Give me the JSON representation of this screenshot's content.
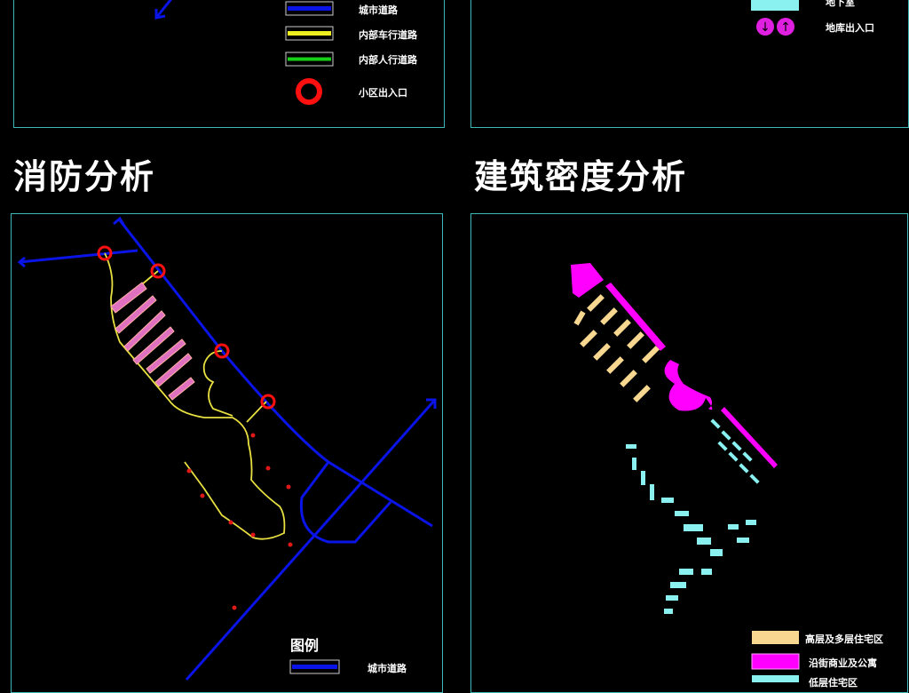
{
  "top_left_legend": {
    "items": [
      {
        "label": "城市道路",
        "color": "#0a14e6"
      },
      {
        "label": "内部车行道路",
        "color": "#f0f020"
      },
      {
        "label": "内部人行道路",
        "color": "#18d018"
      },
      {
        "label": "小区出入口",
        "color": "#ff1010"
      }
    ]
  },
  "top_right_legend": {
    "items": [
      {
        "label": "地下室",
        "color": "#8af0f0"
      },
      {
        "label": "地库出入口",
        "color": "#e020e0"
      }
    ]
  },
  "fire_panel": {
    "title": "消防分析",
    "legend_title": "图例",
    "legend_items": [
      {
        "label": "城市道路",
        "color": "#0a14e6"
      }
    ]
  },
  "density_panel": {
    "title": "建筑密度分析",
    "legend_items": [
      {
        "label": "高层及多层住宅区",
        "color": "#f8d890"
      },
      {
        "label": "沿街商业及公寓",
        "color": "#ff00ff"
      },
      {
        "label": "低层住宅区",
        "color": "#8af0f0"
      }
    ]
  },
  "colors": {
    "background": "#000000",
    "frame": "#3fb8b8",
    "road": "#0a14e6",
    "internal_road": "#f0f020",
    "entrance": "#ff1010"
  }
}
